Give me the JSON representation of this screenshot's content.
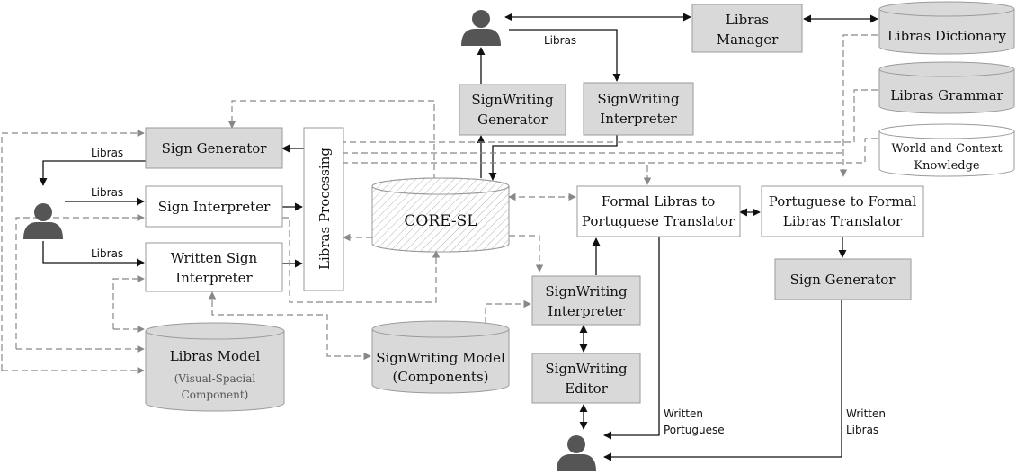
{
  "colors": {
    "box_fill": "#d9d9d9",
    "box_stroke": "#9a9a9a",
    "solid_line": "#111111",
    "dashed_line": "#888888",
    "person": "#555555"
  },
  "nodes": {
    "libras_manager": [
      "Libras",
      "Manager"
    ],
    "libras_dictionary": "Libras Dictionary",
    "libras_grammar": "Libras Grammar",
    "world_knowledge": [
      "World and Context",
      "Knowledge"
    ],
    "sw_generator_top": [
      "SignWriting",
      "Generator"
    ],
    "sw_interpreter_top": [
      "SignWriting",
      "Interpreter"
    ],
    "sign_generator_left": "Sign Generator",
    "sign_interpreter": "Sign Interpreter",
    "written_sign_interpreter": [
      "Written Sign",
      "Interpreter"
    ],
    "libras_processing": "Libras Processing",
    "core_sl": "CORE-SL",
    "formal_to_pt": [
      "Formal Libras to",
      "Portuguese Translator"
    ],
    "pt_to_formal": [
      "Portuguese to Formal",
      "Libras Translator"
    ],
    "sign_generator_right": "Sign Generator",
    "sw_interpreter_mid": [
      "SignWriting",
      "Interpreter"
    ],
    "sw_editor": [
      "SignWriting",
      "Editor"
    ],
    "libras_model": [
      "Libras Model",
      "(Visual-Spacial",
      "Component)"
    ],
    "sw_model": [
      "SignWriting Model",
      "(Components)"
    ]
  },
  "edge_labels": {
    "top_libras": "Libras",
    "left_libras_1": "Libras",
    "left_libras_2": "Libras",
    "left_libras_3": "Libras",
    "written_portuguese": [
      "Written",
      "Portuguese"
    ],
    "written_libras": [
      "Written",
      "Libras"
    ]
  },
  "icons": {
    "user_top": "person-icon",
    "user_left": "person-icon",
    "user_bottom": "person-icon"
  }
}
